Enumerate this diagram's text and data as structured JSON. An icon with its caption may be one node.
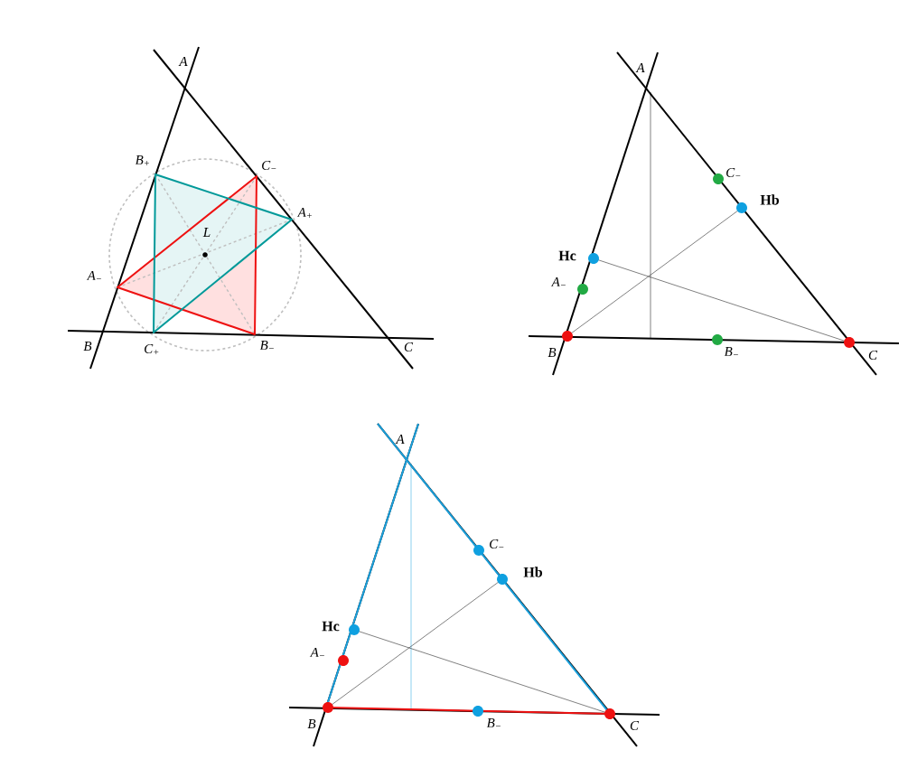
{
  "diagram": {
    "labels": [
      "A",
      "B$_{+}$",
      "C$_{−}$",
      "L",
      "A$_{+}$",
      "A$_{−}$",
      "B",
      "C$_{+}$",
      "B$_{−}$",
      "C",
      "A",
      "C$_{−}$",
      "Hb",
      "Hc",
      "A$_{−}$",
      "B",
      "B$_{−}$",
      "C",
      "A",
      "C$_{−}$",
      "Hb",
      "Hc",
      "A$_{−}$",
      "B",
      "B$_{−}$",
      "C"
    ]
  }
}
